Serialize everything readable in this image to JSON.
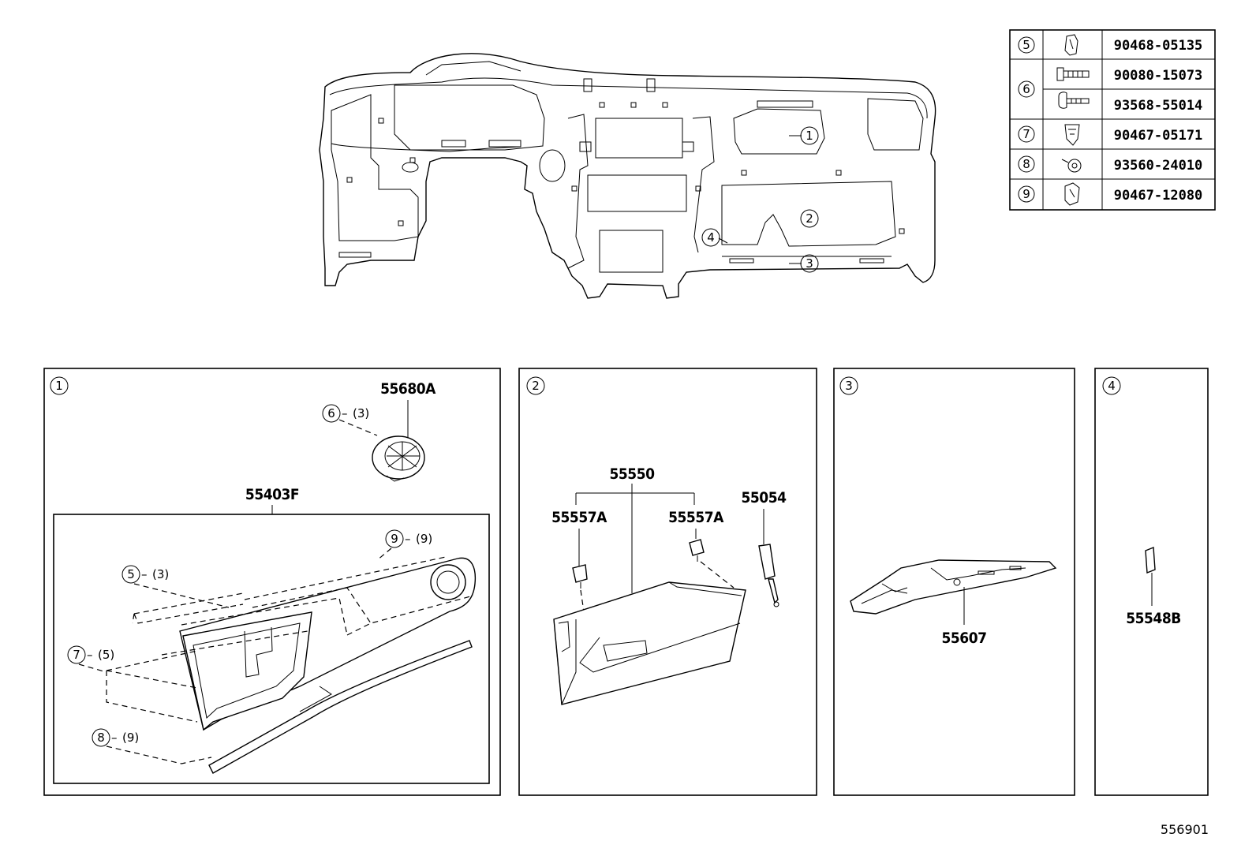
{
  "fasteners_table": [
    {
      "ref": "5",
      "part_numbers": [
        "90468-05135"
      ],
      "icons": [
        "clip-icon"
      ]
    },
    {
      "ref": "6",
      "part_numbers": [
        "90080-15073",
        "93568-55014"
      ],
      "icons": [
        "bolt-icon",
        "screw-icon"
      ]
    },
    {
      "ref": "7",
      "part_numbers": [
        "90467-05171"
      ],
      "icons": [
        "clip-icon"
      ]
    },
    {
      "ref": "8",
      "part_numbers": [
        "93560-24010"
      ],
      "icons": [
        "screw-washer-icon"
      ]
    },
    {
      "ref": "9",
      "part_numbers": [
        "90467-12080"
      ],
      "icons": [
        "clip-icon"
      ]
    }
  ],
  "overview": {
    "callouts": [
      "1",
      "2",
      "3",
      "4"
    ]
  },
  "panels": [
    {
      "ref": "1",
      "parts": [
        "55680A",
        "55403F"
      ],
      "fastener_callouts": [
        {
          "ref": "6",
          "qty": "(3)"
        },
        {
          "ref": "9",
          "qty": "(9)"
        },
        {
          "ref": "5",
          "qty": "(3)"
        },
        {
          "ref": "7",
          "qty": "(5)"
        },
        {
          "ref": "8",
          "qty": "(9)"
        }
      ]
    },
    {
      "ref": "2",
      "parts": [
        "55550",
        "55557A",
        "55557A",
        "55054"
      ]
    },
    {
      "ref": "3",
      "parts": [
        "55607"
      ]
    },
    {
      "ref": "4",
      "parts": [
        "55548B"
      ]
    }
  ],
  "figure_id": "556901"
}
